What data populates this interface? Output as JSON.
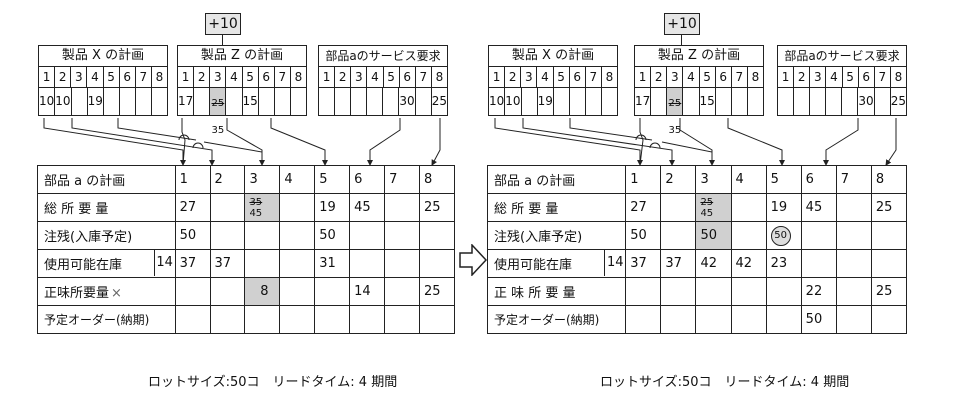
{
  "plus_label": "+10",
  "left": {
    "sources": [
      {
        "title": "製品 X の計画",
        "periods": [
          "1",
          "2",
          "3",
          "4",
          "5",
          "6",
          "7",
          "8"
        ],
        "values": [
          "10",
          "10",
          "",
          "19",
          "",
          "",
          "",
          ""
        ]
      },
      {
        "title": "製品 Z の計画",
        "periods": [
          "1",
          "2",
          "3",
          "4",
          "5",
          "6",
          "7",
          "8"
        ],
        "values": [
          "17",
          "",
          "25 / 35",
          "",
          "15",
          "",
          "",
          ""
        ]
      },
      {
        "title": "部品aのサービス要求",
        "periods": [
          "1",
          "2",
          "3",
          "4",
          "5",
          "6",
          "7",
          "8"
        ],
        "values": [
          "",
          "",
          "",
          "",
          "",
          "30",
          "",
          "25"
        ]
      }
    ],
    "table": {
      "header_label": "部品 a の計画",
      "periods": [
        "1",
        "2",
        "3",
        "4",
        "5",
        "6",
        "7",
        "8"
      ],
      "rows": [
        {
          "label": "総 所 要 量",
          "cells": [
            "27",
            "",
            "35 / 45",
            "",
            "19",
            "45",
            "",
            "25"
          ]
        },
        {
          "label": "注残(入庫予定)",
          "cells": [
            "50",
            "",
            "",
            "",
            "50",
            "",
            "",
            ""
          ]
        },
        {
          "label": "使用可能在庫",
          "extra": "14",
          "cells": [
            "37",
            "37",
            "",
            "",
            "31",
            "",
            "",
            ""
          ]
        },
        {
          "label": "正味所要量",
          "extra": "×",
          "cells": [
            "",
            "",
            "8",
            "",
            "",
            "14",
            "",
            "25"
          ]
        },
        {
          "label": "予定オーダー(納期)",
          "cells": [
            "",
            "",
            "",
            "",
            "",
            "",
            "",
            ""
          ]
        }
      ]
    },
    "footer": "ロットサイズ:50コ　リードタイム: 4 期間"
  },
  "right": {
    "sources": [
      {
        "title": "製品 X の計画",
        "periods": [
          "1",
          "2",
          "3",
          "4",
          "5",
          "6",
          "7",
          "8"
        ],
        "values": [
          "10",
          "10",
          "",
          "19",
          "",
          "",
          "",
          ""
        ]
      },
      {
        "title": "製品 Z の計画",
        "periods": [
          "1",
          "2",
          "3",
          "4",
          "5",
          "6",
          "7",
          "8"
        ],
        "values": [
          "17",
          "",
          "25 / 35",
          "",
          "15",
          "",
          "",
          ""
        ]
      },
      {
        "title": "部品aのサービス要求",
        "periods": [
          "1",
          "2",
          "3",
          "4",
          "5",
          "6",
          "7",
          "8"
        ],
        "values": [
          "",
          "",
          "",
          "",
          "",
          "30",
          "",
          "25"
        ]
      }
    ],
    "table": {
      "header_label": "部品 a の計画",
      "periods": [
        "1",
        "2",
        "3",
        "4",
        "5",
        "6",
        "7",
        "8"
      ],
      "rows": [
        {
          "label": "総 所 要 量",
          "cells": [
            "27",
            "",
            "25 / 45",
            "",
            "19",
            "45",
            "",
            "25"
          ]
        },
        {
          "label": "注残(入庫予定)",
          "cells": [
            "50",
            "",
            "50",
            "",
            "50",
            "",
            "",
            ""
          ]
        },
        {
          "label": "使用可能在庫",
          "extra": "14",
          "cells": [
            "37",
            "37",
            "42",
            "42",
            "23",
            "",
            "",
            ""
          ]
        },
        {
          "label": "正 味 所 要 量",
          "cells": [
            "",
            "",
            "",
            "",
            "",
            "22",
            "",
            "25"
          ]
        },
        {
          "label": "予定オーダー(納期)",
          "cells": [
            "",
            "",
            "",
            "",
            "",
            "50",
            "",
            ""
          ]
        }
      ]
    },
    "footer": "ロットサイズ:50コ　リードタイム: 4 期間"
  }
}
